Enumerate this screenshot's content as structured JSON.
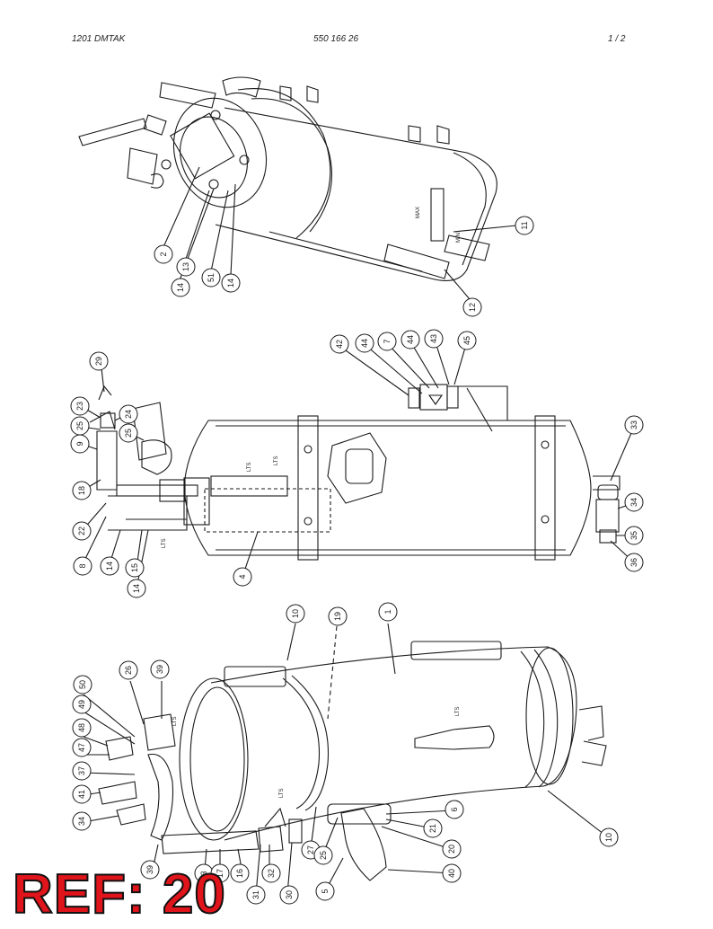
{
  "header": {
    "left": "1201 DMTAK",
    "center": "550 166 26",
    "right": "1 /   2"
  },
  "balloons": [
    {
      "id": "b-view1-2",
      "text": "2"
    },
    {
      "id": "b-view1-13",
      "text": "13"
    },
    {
      "id": "b-view1-14a",
      "text": "14"
    },
    {
      "id": "b-view1-51",
      "text": "51"
    },
    {
      "id": "b-view1-14b",
      "text": "14"
    },
    {
      "id": "b-view1-11",
      "text": "11"
    },
    {
      "id": "b-view1-12",
      "text": "12"
    },
    {
      "id": "b-view2-29",
      "text": "29"
    },
    {
      "id": "b-view2-23",
      "text": "23"
    },
    {
      "id": "b-view2-24",
      "text": "24"
    },
    {
      "id": "b-view2-25a",
      "text": "25"
    },
    {
      "id": "b-view2-25b",
      "text": "25"
    },
    {
      "id": "b-view2-9",
      "text": "9"
    },
    {
      "id": "b-view2-18",
      "text": "18"
    },
    {
      "id": "b-view2-22",
      "text": "22"
    },
    {
      "id": "b-view2-8",
      "text": "8"
    },
    {
      "id": "b-view2-14a",
      "text": "14"
    },
    {
      "id": "b-view2-15",
      "text": "15"
    },
    {
      "id": "b-view2-14b",
      "text": "14"
    },
    {
      "id": "b-view2-4",
      "text": "4"
    },
    {
      "id": "b-view2-42",
      "text": "42"
    },
    {
      "id": "b-view2-44a",
      "text": "44"
    },
    {
      "id": "b-view2-7",
      "text": "7"
    },
    {
      "id": "b-view2-44b",
      "text": "44"
    },
    {
      "id": "b-view2-43",
      "text": "43"
    },
    {
      "id": "b-view2-45",
      "text": "45"
    },
    {
      "id": "b-view2-33",
      "text": "33"
    },
    {
      "id": "b-view2-34",
      "text": "34"
    },
    {
      "id": "b-view2-35",
      "text": "35"
    },
    {
      "id": "b-view2-36",
      "text": "36"
    },
    {
      "id": "b-view3-10a",
      "text": "10"
    },
    {
      "id": "b-view3-19",
      "text": "19"
    },
    {
      "id": "b-view3-1",
      "text": "1"
    },
    {
      "id": "b-view3-50",
      "text": "50"
    },
    {
      "id": "b-view3-26",
      "text": "26"
    },
    {
      "id": "b-view3-39a",
      "text": "39"
    },
    {
      "id": "b-view3-49",
      "text": "49"
    },
    {
      "id": "b-view3-48",
      "text": "48"
    },
    {
      "id": "b-view3-47",
      "text": "47"
    },
    {
      "id": "b-view3-37",
      "text": "37"
    },
    {
      "id": "b-view3-41",
      "text": "41"
    },
    {
      "id": "b-view3-34",
      "text": "34"
    },
    {
      "id": "b-view3-39b",
      "text": "39"
    },
    {
      "id": "b-view3-3",
      "text": "3"
    },
    {
      "id": "b-view3-17",
      "text": "17"
    },
    {
      "id": "b-view3-16",
      "text": "16"
    },
    {
      "id": "b-view3-31",
      "text": "31"
    },
    {
      "id": "b-view3-32",
      "text": "32"
    },
    {
      "id": "b-view3-30",
      "text": "30"
    },
    {
      "id": "b-view3-27",
      "text": "27"
    },
    {
      "id": "b-view3-25",
      "text": "25"
    },
    {
      "id": "b-view3-6",
      "text": "6"
    },
    {
      "id": "b-view3-21",
      "text": "21"
    },
    {
      "id": "b-view3-20",
      "text": "20"
    },
    {
      "id": "b-view3-40",
      "text": "40"
    },
    {
      "id": "b-view3-5",
      "text": "5"
    },
    {
      "id": "b-view3-10b",
      "text": "10"
    }
  ],
  "markings": {
    "max": "MAX",
    "min": "MIN",
    "lts": "LTS"
  },
  "ref_stamp": "REF: 20"
}
